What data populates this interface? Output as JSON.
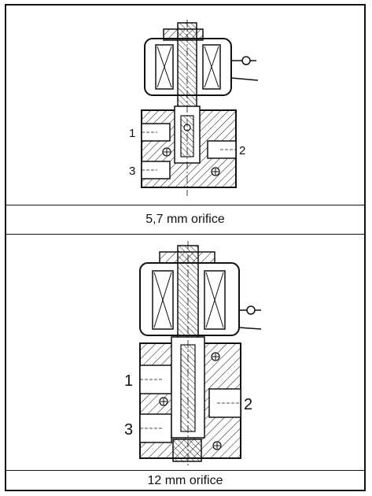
{
  "diagrams": [
    {
      "caption": "5,7 mm orifice",
      "port_labels": [
        "1",
        "2",
        "3"
      ]
    },
    {
      "caption": "12 mm orifice",
      "port_labels": [
        "1",
        "2",
        "3"
      ]
    }
  ]
}
